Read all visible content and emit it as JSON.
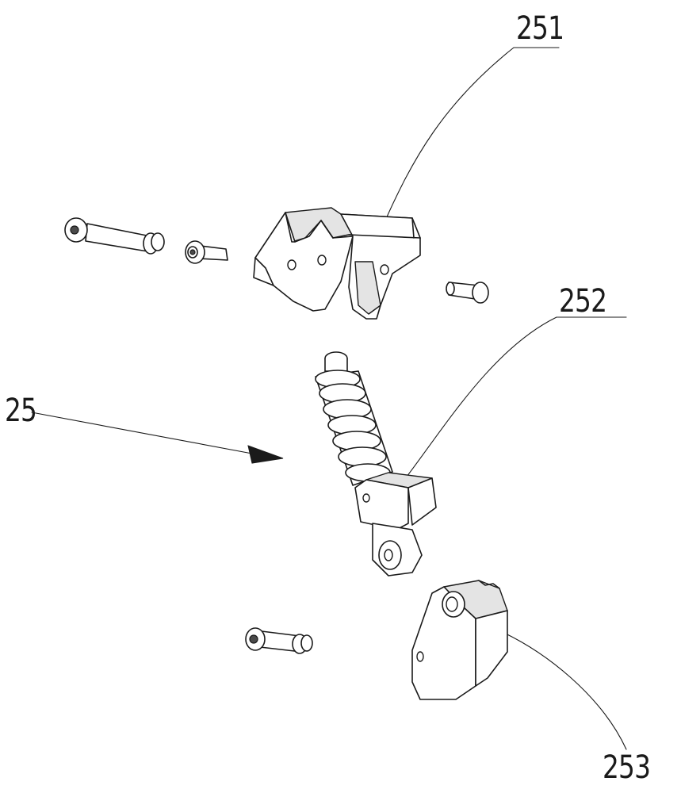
{
  "labels": {
    "part_251": "251",
    "part_252": "252",
    "part_253": "253",
    "assembly_25": "25"
  }
}
